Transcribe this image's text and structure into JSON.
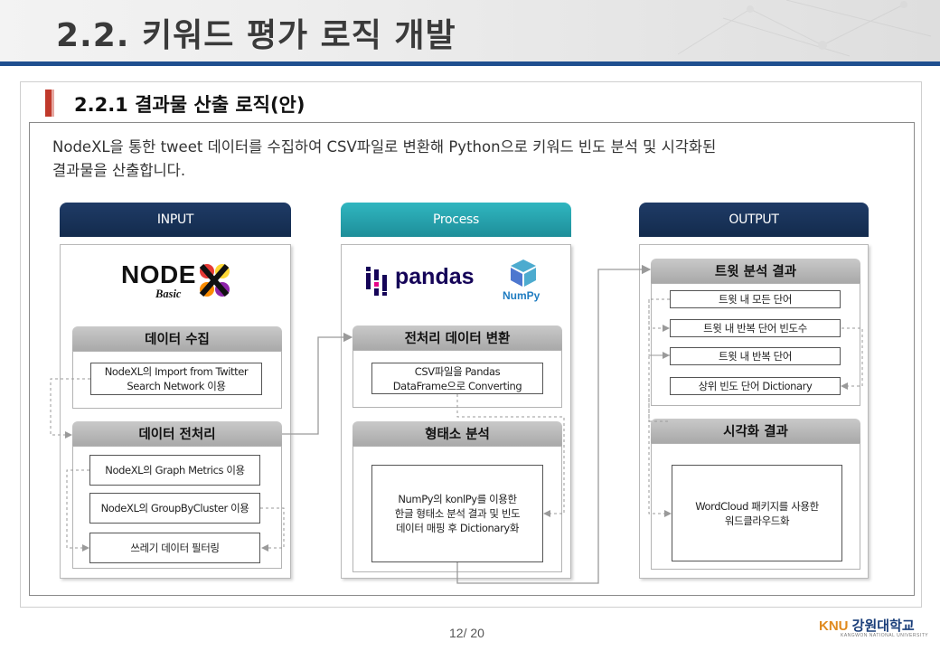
{
  "slide": {
    "title": "2.2. 키워드 평가 로직 개발",
    "section_title": "2.2.1 결과물 산출 로직(안)",
    "intro_line1": "NodeXL을 통한 tweet 데이터를 수집하여 CSV파일로 변환해 Python으로 키워드 빈도 분석 및 시각화된",
    "intro_line2": "결과물을 산출합니다.",
    "page_number": "12/ 20"
  },
  "input": {
    "header": "INPUT",
    "logo_text": "NODE",
    "logo_sub": "Basic",
    "collect": {
      "title": "데이터 수집",
      "item": "NodeXL의 Import from Twitter\nSearch Network 이용"
    },
    "preprocess": {
      "title": "데이터 전처리",
      "items": [
        "NodeXL의 Graph Metrics 이용",
        "NodeXL의 GroupByCluster 이용",
        "쓰레기 데이터 필터링"
      ]
    }
  },
  "process": {
    "header": "Process",
    "logo_pandas": "pandas",
    "logo_numpy": "NumPy",
    "convert": {
      "title": "전처리 데이터 변환",
      "item": "CSV파일을 Pandas\nDataFrame으로  Converting"
    },
    "morph": {
      "title": "형태소 분석",
      "item": "NumPy의 konlPy를 이용한\n한글 형태소 분석 결과 및 빈도\n데이터 매핑 후 Dictionary화"
    }
  },
  "output": {
    "header": "OUTPUT",
    "tweet_analysis": {
      "title": "트윗 분석 결과",
      "items": [
        "트윗 내 모든 단어",
        "트윗 내 반복 단어 빈도수",
        "트윗 내 반복 단어",
        "상위 빈도 단어 Dictionary"
      ]
    },
    "visualization": {
      "title": "시각화 결과",
      "item": "WordCloud 패키지를 사용한\n워드클라우드화"
    }
  },
  "footer": {
    "logo_k": "KNU",
    "logo_text": "강원대학교",
    "logo_sub": "KANGWON NATIONAL UNIVERSITY"
  },
  "colors": {
    "input_header": "#132b4d",
    "process_header": "#1e8e99",
    "accent_bar": "#c0392b",
    "header_rule": "#1f4f8f"
  }
}
